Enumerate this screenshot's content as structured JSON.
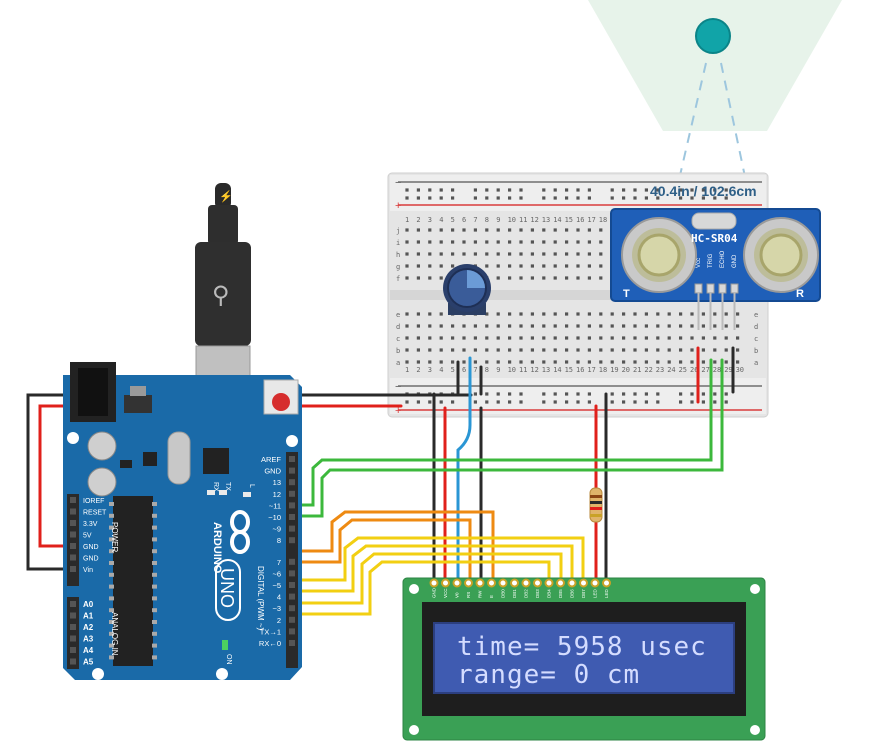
{
  "sensor": {
    "readout": "40.4in / 102.6cm",
    "model_label": "HC-SR04",
    "left_eye": "T",
    "right_eye": "R",
    "pins": [
      "Vcc",
      "TRIG",
      "ECHO",
      "GND"
    ]
  },
  "lcd": {
    "line1": "time= 5958 usec",
    "line2": "range= 0 cm",
    "pins": [
      "GND",
      "VCC",
      "V0",
      "RS",
      "RW",
      "E",
      "DB0",
      "DB1",
      "DB2",
      "DB3",
      "DB4",
      "DB5",
      "DB6",
      "DB7",
      "LED",
      "LED"
    ]
  },
  "arduino": {
    "brand": "ARDUINO",
    "model": "UNO",
    "on_label": "ON",
    "tx_label": "TX",
    "rx_label": "RX",
    "l_label": "L",
    "power_header": "POWER",
    "analog_header": "ANALOG IN",
    "digital_header": "DIGITAL (PWM ~)",
    "power_pins": [
      "IOREF",
      "RESET",
      "3.3V",
      "5V",
      "GND",
      "GND",
      "Vin"
    ],
    "analog_pins": [
      "A0",
      "A1",
      "A2",
      "A3",
      "A4",
      "A5"
    ],
    "digital_pins": [
      "AREF",
      "GND",
      "13",
      "12",
      "~11",
      "~10",
      "~9",
      "8",
      "7",
      "~6",
      "~5",
      "4",
      "~3",
      "2",
      "TX→1",
      "RX←0"
    ]
  },
  "breadboard": {
    "rows_top": [
      "j",
      "i",
      "h",
      "g",
      "f"
    ],
    "rows_bottom": [
      "e",
      "d",
      "c",
      "b",
      "a"
    ],
    "columns": [
      "1",
      "2",
      "3",
      "4",
      "5",
      "6",
      "7",
      "8",
      "9",
      "10",
      "11",
      "12",
      "13",
      "14",
      "15",
      "16",
      "17",
      "18",
      "19",
      "20",
      "21",
      "22",
      "23",
      "24",
      "25",
      "26",
      "27",
      "28",
      "29",
      "30"
    ]
  },
  "colors": {
    "board": "#1a6aa8",
    "lcd_pcb": "#3aa055",
    "lcd_screen": "#3f5bb1",
    "sensor_board": "#1f5fb8",
    "wire_red": "#e0201b",
    "wire_black": "#2a2a2a",
    "wire_green": "#3cb83c",
    "wire_orange": "#ee8a12",
    "wire_yellow": "#f2cf12",
    "wire_blue": "#2a96d4",
    "sensor_target": "#11a4a8"
  }
}
